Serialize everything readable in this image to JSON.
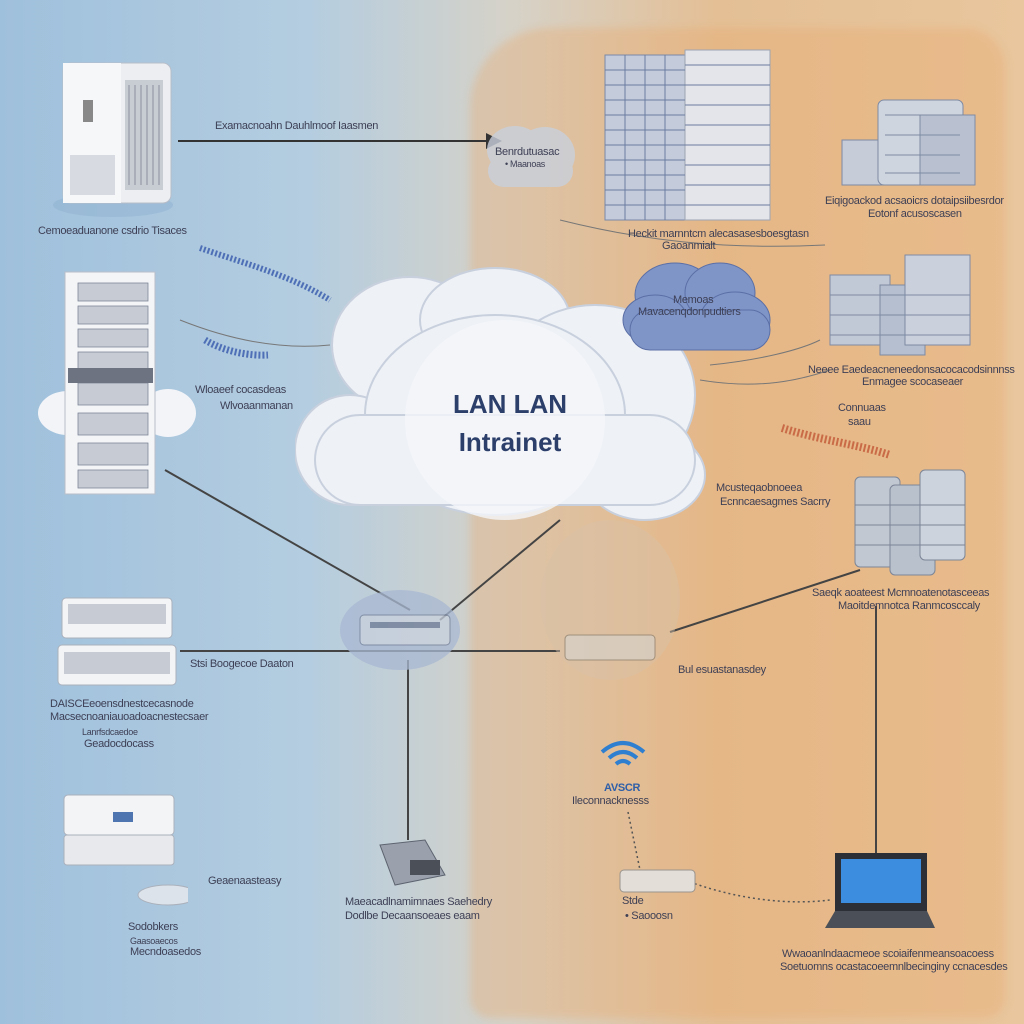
{
  "cloud": {
    "title_line1": "LAN  LAN",
    "title_line2": "Intrainet"
  },
  "wifi": {
    "label": "AVSCR",
    "sublabel": "Ileconnacknesss"
  },
  "labels": {
    "top_arrow": "Examacnoahn Dauhlmoof Iaasmen",
    "top_cloud_1": "Benrdutuasac",
    "top_cloud_2": "• Maanoas",
    "left_server_1": "Cemoeaduanone csdrio Tisaces",
    "tower_1": "Heckit marnntcm alecasasesboesgtasn",
    "tower_2": "Gaoanmialt",
    "right_top_1": "Eiqigoackod acsaoicrs dotaipsiibesrdor",
    "right_top_2": "Eotonf acusoscasen",
    "blue_cloud_1": "Memoas",
    "blue_cloud_2": "Mavacenqdonpudtiers",
    "left_rack_1": "Wloaeef cocasdeas",
    "left_rack_2": "Wlvoaanmanan",
    "right_mid_1": "Neeee  Eaedeacneneedonsacocacodsinnnss",
    "right_mid_2": "Enmagee scocaseaer",
    "right_mid_3": "Connuaas",
    "right_mid_4": "saau",
    "center_right_1": "Mcusteqaobnoeea",
    "center_right_2": "Ecnncaesagmes Sacrry",
    "right_srv_1": "Saeqk aoateest Mcmnoatenotasceeas",
    "right_srv_2": "Maoitdemnotca Ranmcosccaly",
    "left_sw_line": "Stsi Boogecoe Daaton",
    "center_right_line": "Bul esuastanasdey",
    "left_sw_1": "DAISCEeoensdnestcecasnode",
    "left_sw_2": "Macsecnoaniauoadoacnestecsaer",
    "left_sw_3": "Lanrfsdcaedoe",
    "left_sw_4": "Geadocdocass",
    "left_bottom_1": "Geaenaasteasy",
    "left_bottom_2": "Sodobkers",
    "left_bottom_3": "Gaasoaecos",
    "left_bottom_4": "Mecndoasedos",
    "center_bottom_1": "Maeacadlnamimnaes Saehedry",
    "center_bottom_2": "Dodlbe Decaansoeaes eaam",
    "mid_bottom_1": "Stde",
    "mid_bottom_2": "• Saooosn",
    "laptop_1": "Wwaoanlndaacmeoe scoiaifenmeansoacoess",
    "laptop_2": "Soetuomns ocastacoeemnlbecinginy ccnacesdes"
  }
}
